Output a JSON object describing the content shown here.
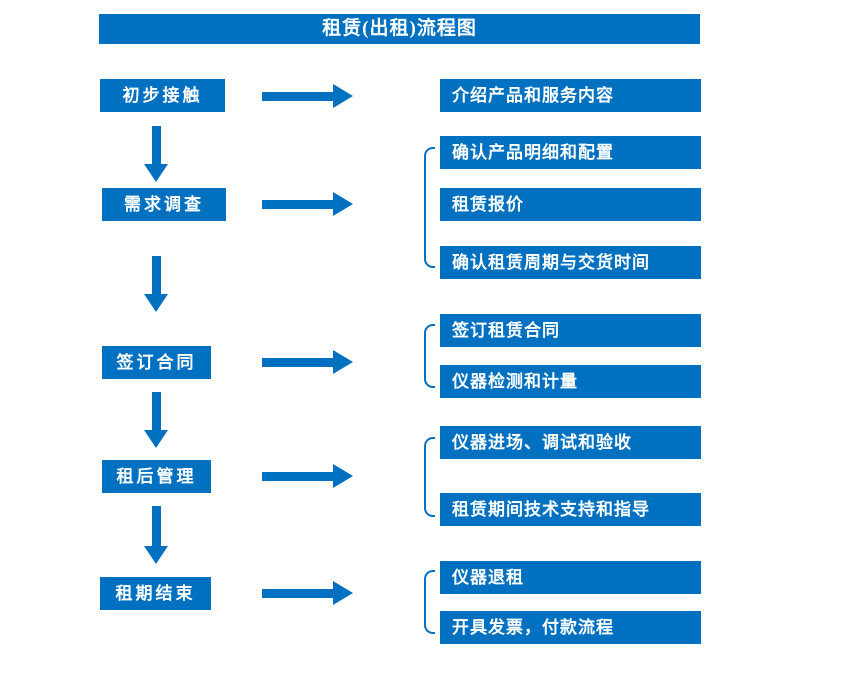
{
  "title": "租赁(出租)流程图",
  "colors": {
    "primary": "#0070C0",
    "text_on_primary": "#FFFFFF",
    "background": "#FFFFFF"
  },
  "steps": [
    {
      "label": "初步接触",
      "outputs": [
        "介绍产品和服务内容"
      ]
    },
    {
      "label": "需求调查",
      "outputs": [
        "确认产品明细和配置",
        "租赁报价",
        "确认租赁周期与交货时间"
      ]
    },
    {
      "label": "签订合同",
      "outputs": [
        "签订租赁合同",
        "仪器检测和计量"
      ]
    },
    {
      "label": "租后管理",
      "outputs": [
        "仪器进场、调试和验收",
        "租赁期间技术支持和指导"
      ]
    },
    {
      "label": "租期结束",
      "outputs": [
        "仪器退租",
        "开具发票，付款流程"
      ]
    }
  ]
}
